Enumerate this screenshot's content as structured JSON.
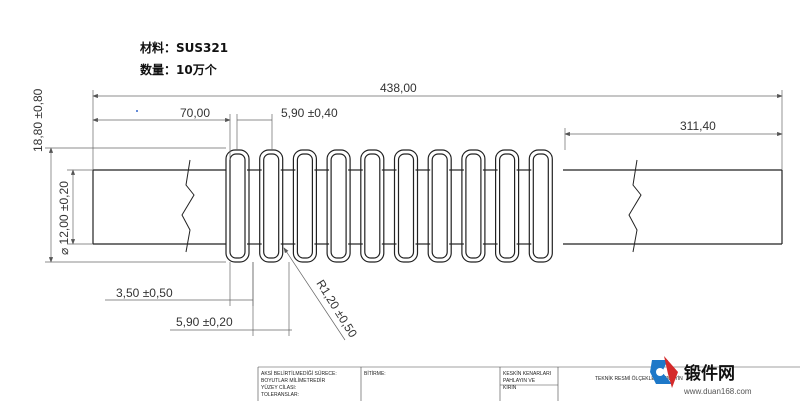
{
  "notes": {
    "material": "材料：SUS321",
    "quantity": "数量：10万个"
  },
  "dimensions": {
    "total_length": "438,00",
    "left_length": "70,00",
    "pitch_top": "5,90 ±0,40",
    "right_length": "311,40",
    "outer_diameter": "18,80 ±0,80",
    "inner_diameter": "⌀ 12,00 ±0,20",
    "groove_width": "3,50 ±0,50",
    "pitch_bottom": "5,90 ±0,20",
    "radius": "R1,20 ±0,50"
  },
  "title_block": {
    "general": "AKSİ BELİRTİLMEDİĞİ SÜRECE:",
    "units": "BOYUTLAR MİLİMETREDİR",
    "surface": "YÜZEY CİLASI:",
    "tolerances": "TOLERANSLAR:",
    "finish": "BİTİRME:",
    "edges_1": "KESKİN KENARLARI",
    "edges_2": "PAHLAYIN VE",
    "edges_3": "KIRIN",
    "drawing": "TEKNİK RESMİ ÖLÇEKLENDİRMEYİN"
  },
  "watermark": {
    "name": "锻件网",
    "url": "www.duan168.com"
  },
  "colors": {
    "line": "#222222",
    "dimension": "#555555",
    "logo_blue": "#1e78c8",
    "logo_red": "#d42a2a"
  }
}
